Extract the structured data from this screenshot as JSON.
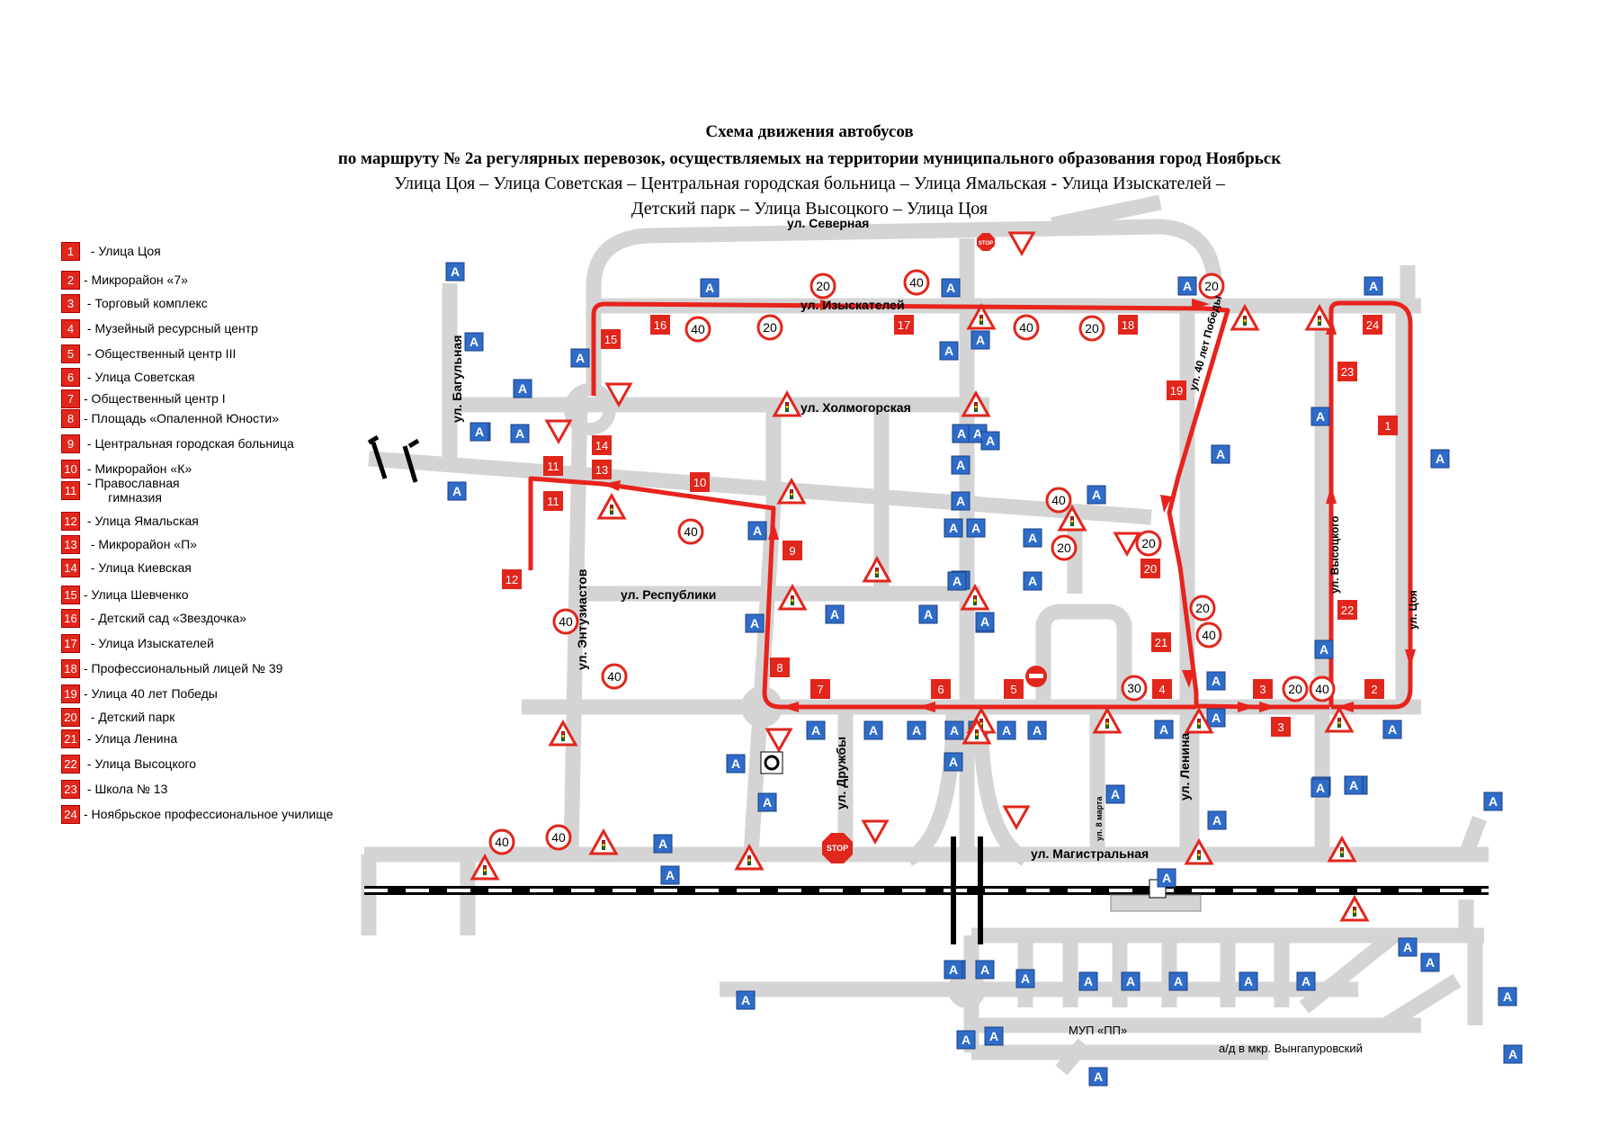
{
  "title": {
    "line1": "Схема движения автобусов",
    "line2": "по маршруту № 2а регулярных перевозок, осуществляемых на территории муниципального образования город Ноябрьск",
    "line3": "Улица Цоя – Улица Советская – Центральная городская больница – Улица Ямальская - Улица Изыскателей  –",
    "line4": "Детский парк – Улица Высоцкого – Улица Цоя"
  },
  "legend": [
    {
      "num": "1",
      "label": "  - Улица Цоя"
    },
    {
      "num": "2",
      "label": "- Микрорайон «7»"
    },
    {
      "num": "3",
      "label": " - Торговый комплекс"
    },
    {
      "num": "4",
      "label": " - Музейный ресурсный центр"
    },
    {
      "num": "5",
      "label": " - Общественный центр III"
    },
    {
      "num": "6",
      "label": " - Улица Советская"
    },
    {
      "num": "7",
      "label": "- Общественный центр I"
    },
    {
      "num": "8",
      "label": "- Площадь «Опаленной Юности»"
    },
    {
      "num": "9",
      "label": " - Центральная городская больница"
    },
    {
      "num": "10",
      "label": " - Микрорайон «К»"
    },
    {
      "num": "11",
      "label": " - Православная\n       гимназия"
    },
    {
      "num": "12",
      "label": " - Улица Ямальская"
    },
    {
      "num": "13",
      "label": "  - Микрорайон «П»"
    },
    {
      "num": "14",
      "label": "  - Улица Киевская"
    },
    {
      "num": "15",
      "label": "- Улица Шевченко"
    },
    {
      "num": "16",
      "label": "  - Детский сад «Звездочка»"
    },
    {
      "num": "17",
      "label": "  - Улица Изыскателей"
    },
    {
      "num": "18",
      "label": "- Профессиональный лицей № 39"
    },
    {
      "num": "19",
      "label": "- Улица 40 лет Победы"
    },
    {
      "num": "20",
      "label": "  - Детский парк"
    },
    {
      "num": "21",
      "label": " - Улица Ленина"
    },
    {
      "num": "22",
      "label": " - Улица Высоцкого"
    },
    {
      "num": "23",
      "label": " - Школа № 13"
    },
    {
      "num": "24",
      "label": "- Ноябрьское профессиональное училище"
    }
  ],
  "streets": {
    "severnaya": "ул. Северная",
    "izyskateley": "ул. Изыскателей",
    "kholmogorskaya": "ул. Холмогорская",
    "respubliki": "ул. Республики",
    "bagulnaya": "ул. Багульная",
    "entuziastov": "ул. Энтузиастов",
    "druzhby": "ул. Дружбы",
    "lenina": "ул. Ленина",
    "8marta": "ул. 8 марта",
    "magistralnaya": "ул. Магистральная",
    "let40": "ул. 40 лет Победы",
    "vysotskogo": "ул. Высоцкого",
    "tsoya": "ул. Цоя",
    "mup": "МУП «ПП»",
    "ad": "а/д в мкр. Вынгапуровский"
  },
  "signs": {
    "bus_stop_letter": "A",
    "stop_text": "STOP",
    "speed_limits": [
      "20",
      "30",
      "40"
    ]
  },
  "colors": {
    "route": "#e8231d",
    "road": "#d4d4d4",
    "stop_marker": "#e1261c",
    "bus_sign": "#2f6cc9"
  }
}
